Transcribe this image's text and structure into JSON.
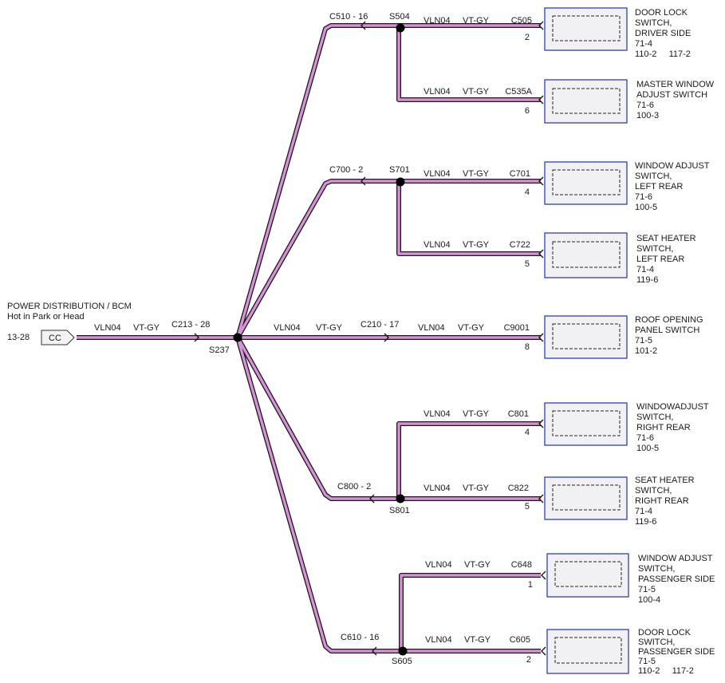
{
  "source": {
    "title": "POWER DISTRIBUTION / BCM",
    "subtitle": "Hot in Park or Head",
    "ref": "13-28",
    "connector": "CC"
  },
  "trunk": {
    "circuit": "VLN04",
    "color": "VT-GY",
    "connector": "C213 - 28",
    "splice": "S237"
  },
  "groups": [
    {
      "key": "g1",
      "connector": "C510 - 16",
      "splice": "S504",
      "branches": [
        {
          "circuit": "VLN04",
          "color": "VT-GY",
          "connector": "C505",
          "pin": "2",
          "component": [
            "DOOR LOCK",
            "SWITCH,",
            "DRIVER SIDE",
            "71-4",
            "110-2     117-2"
          ]
        },
        {
          "circuit": "VLN04",
          "color": "VT-GY",
          "connector": "C535A",
          "pin": "6",
          "component": [
            "MASTER WINDOW",
            "ADJUST SWITCH",
            "71-6",
            "100-3"
          ]
        }
      ]
    },
    {
      "key": "g2",
      "connector": "C700 - 2",
      "splice": "S701",
      "branches": [
        {
          "circuit": "VLN04",
          "color": "VT-GY",
          "connector": "C701",
          "pin": "4",
          "component": [
            "WINDOW ADJUST",
            "SWITCH,",
            "LEFT REAR",
            "71-6",
            "100-5"
          ]
        },
        {
          "circuit": "VLN04",
          "color": "VT-GY",
          "connector": "C722",
          "pin": "5",
          "component": [
            "SEAT HEATER",
            "SWITCH,",
            "LEFT REAR",
            "71-4",
            "119-6"
          ]
        }
      ]
    },
    {
      "key": "g3",
      "mid_circuit": "VLN04",
      "mid_color": "VT-GY",
      "connector": "C210 - 17",
      "branches": [
        {
          "circuit": "VLN04",
          "color": "VT-GY",
          "connector": "C9001",
          "pin": "8",
          "component": [
            "ROOF OPENING",
            "PANEL SWITCH",
            "71-5",
            "101-2"
          ]
        }
      ]
    },
    {
      "key": "g4",
      "connector": "C800 - 2",
      "splice": "S801",
      "branches": [
        {
          "circuit": "VLN04",
          "color": "VT-GY",
          "connector": "C801",
          "pin": "4",
          "component": [
            "WINDOWADJUST",
            "SWITCH,",
            "RIGHT REAR",
            "71-6",
            "100-5"
          ]
        },
        {
          "circuit": "VLN04",
          "color": "VT-GY",
          "connector": "C822",
          "pin": "5",
          "component": [
            "SEAT HEATER",
            "SWITCH,",
            "RIGHT REAR",
            "71-4",
            "119-6"
          ]
        }
      ]
    },
    {
      "key": "g5",
      "connector": "C610 - 16",
      "splice": "S605",
      "branches": [
        {
          "circuit": "VLN04",
          "color": "VT-GY",
          "connector": "C648",
          "pin": "1",
          "component": [
            "WINDOW ADJUST",
            "SWITCH,",
            "PASSENGER SIDE",
            "71-5",
            "100-4"
          ]
        },
        {
          "circuit": "VLN04",
          "color": "VT-GY",
          "connector": "C605",
          "pin": "2",
          "component": [
            "DOOR LOCK",
            "SWITCH,",
            "PASSENGER SIDE",
            "71-5",
            "110-2     117-2"
          ]
        }
      ]
    }
  ],
  "colors": {
    "wire_fill": "#d891d8",
    "wire_edge": "#1a1a1a",
    "box_border": "#2d3fc4",
    "box_fill": "#f1f1f3"
  }
}
